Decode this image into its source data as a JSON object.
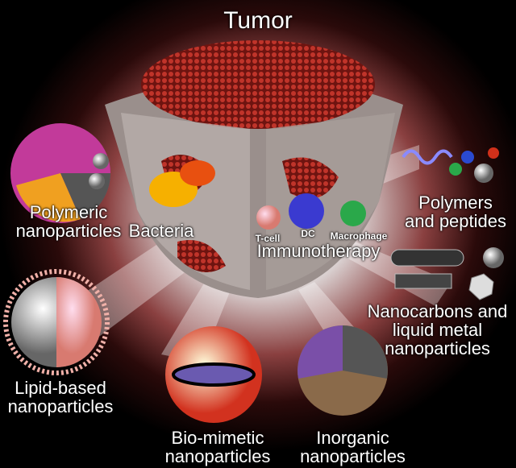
{
  "title": "Tumor",
  "labels": {
    "polymeric": "Polymeric nanoparticles",
    "bacteria": "Bacteria",
    "tcell": "T-cell",
    "dc": "DC",
    "macrophage": "Macrophage",
    "immunotherapy": "Immunotherapy",
    "polymers": "Polymers and peptides",
    "nanocarbons": "Nanocarbons and liquid metal nanoparticles",
    "lipid": "Lipid-based nanoparticles",
    "biomimetic": "Bio-mimetic nanoparticles",
    "inorganic": "Inorganic nanoparticles"
  },
  "colors": {
    "tumor": "#b02a22",
    "background": "#000000",
    "lipid": "#e8a79a",
    "biomimetic": "#e0473a",
    "inorganic_purple": "#7a4fa8"
  }
}
